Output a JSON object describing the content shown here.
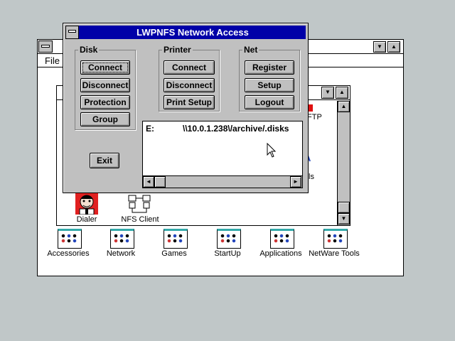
{
  "program_manager": {
    "menu_file": "File",
    "groups": [
      {
        "label": "Accessories"
      },
      {
        "label": "Network"
      },
      {
        "label": "Games"
      },
      {
        "label": "StartUp"
      },
      {
        "label": "Applications"
      },
      {
        "label": "NetWare Tools"
      }
    ],
    "scroll_up": "▲",
    "scroll_down": "▼",
    "minimize": "▼",
    "maximize": "▲"
  },
  "network_group": {
    "items": [
      {
        "label": "Dialer"
      },
      {
        "label": "NFS Client"
      }
    ],
    "partial_labels": [
      "FTP",
      "ls"
    ]
  },
  "dialog": {
    "title": "LWPNFS Network Access",
    "disk": {
      "label": "Disk",
      "buttons": [
        "Connect",
        "Disconnect",
        "Protection",
        "Group"
      ]
    },
    "printer": {
      "label": "Printer",
      "buttons": [
        "Connect",
        "Disconnect",
        "Print Setup"
      ]
    },
    "net": {
      "label": "Net",
      "buttons": [
        "Register",
        "Setup",
        "Logout"
      ]
    },
    "exit_label": "Exit",
    "connections": [
      {
        "drive": "E:",
        "path": "\\\\10.0.1.238\\/archive/.disks"
      }
    ],
    "scroll_left": "◄",
    "scroll_right": "►"
  },
  "colors": {
    "desktop": "#c0c7c8",
    "titlebar_active": "#0000a8",
    "face": "#c0c0c0"
  }
}
